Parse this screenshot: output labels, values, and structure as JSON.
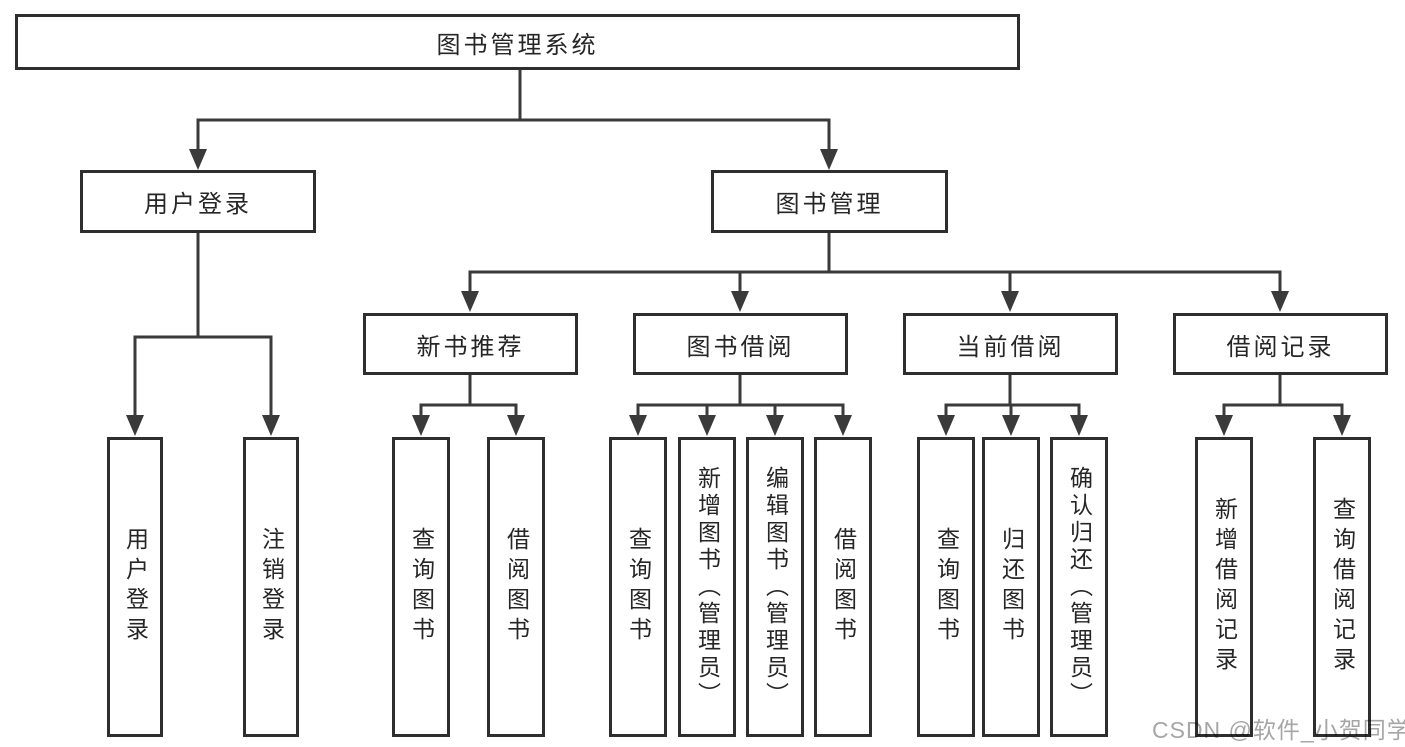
{
  "diagram": {
    "title": "图书管理系统",
    "type": "hierarchy-tree",
    "tree": {
      "root": {
        "label": "图书管理系统"
      },
      "branches": [
        {
          "label": "用户登录",
          "leaves": [
            {
              "label": "用户登录"
            },
            {
              "label": "注销登录"
            }
          ]
        },
        {
          "label": "图书管理",
          "groups": [
            {
              "label": "新书推荐",
              "leaves": [
                {
                  "label": "查询图书"
                },
                {
                  "label": "借阅图书"
                }
              ]
            },
            {
              "label": "图书借阅",
              "leaves": [
                {
                  "label": "查询图书"
                },
                {
                  "label": "新增图书（管理员）"
                },
                {
                  "label": "编辑图书（管理员）"
                },
                {
                  "label": "借阅图书"
                }
              ]
            },
            {
              "label": "当前借阅",
              "leaves": [
                {
                  "label": "查询图书"
                },
                {
                  "label": "归还图书"
                },
                {
                  "label": "确认归还（管理员）"
                }
              ]
            },
            {
              "label": "借阅记录",
              "leaves": [
                {
                  "label": "新增借阅记录"
                },
                {
                  "label": "查询借阅记录"
                }
              ]
            }
          ]
        }
      ]
    },
    "colors": {
      "line": "#3a3a3a",
      "border": "#2e2e2e",
      "text": "#262626",
      "background": "#ffffff",
      "watermark": "#a6a6a6"
    }
  },
  "watermark": {
    "text": "CSDN @软件_小贺同学"
  }
}
